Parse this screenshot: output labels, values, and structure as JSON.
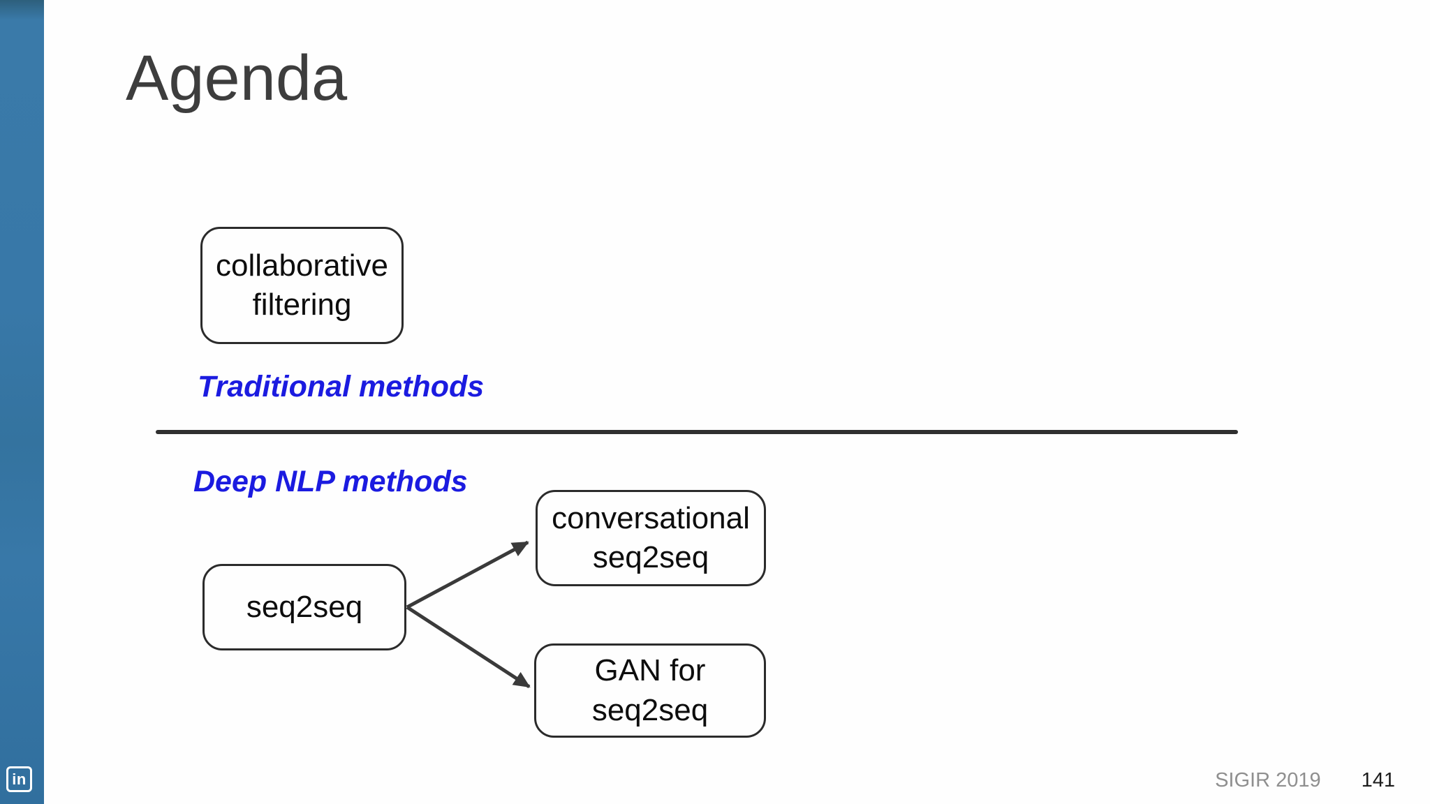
{
  "slide": {
    "title": "Agenda"
  },
  "sidebar": {
    "linkedin_logo_text": "in"
  },
  "section_labels": {
    "traditional": "Traditional methods",
    "deep_nlp": "Deep NLP methods"
  },
  "diagram": {
    "nodes": [
      {
        "id": "collaborative-filtering",
        "label": "collaborative\nfiltering"
      },
      {
        "id": "seq2seq",
        "label": "seq2seq"
      },
      {
        "id": "conversational-seq2seq",
        "label": "conversational\nseq2seq"
      },
      {
        "id": "gan-for-seq2seq",
        "label": "GAN for\nseq2seq"
      }
    ],
    "edges": [
      {
        "from": "seq2seq",
        "to": "conversational-seq2seq"
      },
      {
        "from": "seq2seq",
        "to": "gan-for-seq2seq"
      }
    ]
  },
  "footer": {
    "conference": "SIGIR 2019",
    "page_number": "141"
  },
  "colors": {
    "accent_blue": "#1b1be0",
    "sidebar_blue": "#3878a8",
    "divider": "#2f2f2f",
    "node_border": "#2b2b2b",
    "arrow": "#3a3a3a",
    "title_gray": "#3d3d3d",
    "footer_gray": "#8f8f8f"
  }
}
